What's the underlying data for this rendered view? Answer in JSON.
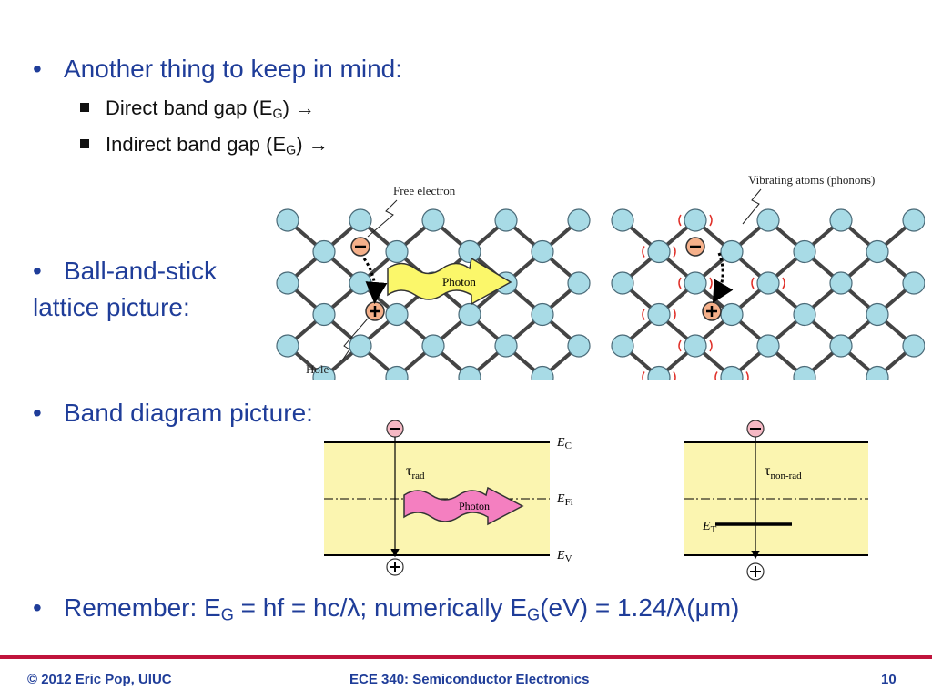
{
  "bullets": {
    "b1": "Another thing to keep in mind:",
    "b1_sub1_pre": "Direct band gap (E",
    "b1_sub1_sub": "G",
    "b1_sub1_post": ") →",
    "b1_sub2_pre": "Indirect band gap (E",
    "b1_sub2_sub": "G",
    "b1_sub2_post": ") →",
    "b2_line1": "Ball-and-stick",
    "b2_line2": "lattice picture:",
    "b3": "Band diagram picture:",
    "b4_pre": "Remember: E",
    "b4_sub1": "G",
    "b4_mid": " = hf = hc/λ; numerically E",
    "b4_sub2": "G",
    "b4_post": "(eV) = 1.24/λ(μm)"
  },
  "lattice": {
    "free_electron": "Free electron",
    "photon": "Photon",
    "hole": "Hole",
    "phonons": "Vibrating atoms (phonons)"
  },
  "band": {
    "ec": "E",
    "ec_sub": "C",
    "efi": "E",
    "efi_sub": "Fi",
    "ev": "E",
    "ev_sub": "V",
    "et": "E",
    "et_sub": "T",
    "tau": "τ",
    "tau_rad_sub": "rad",
    "tau_nonrad_sub": "non-rad",
    "photon": "Photon"
  },
  "footer": {
    "left": "© 2012 Eric Pop, UIUC",
    "center": "ECE 340: Semiconductor Electronics",
    "page": "10"
  },
  "colors": {
    "accent": "#c0143c",
    "text_blue": "#1f3d99",
    "atom": "#a8dbe6",
    "band_fill": "#fbf5b0",
    "photon_yellow": "#fbf76a",
    "photon_pink": "#f47fc0"
  }
}
